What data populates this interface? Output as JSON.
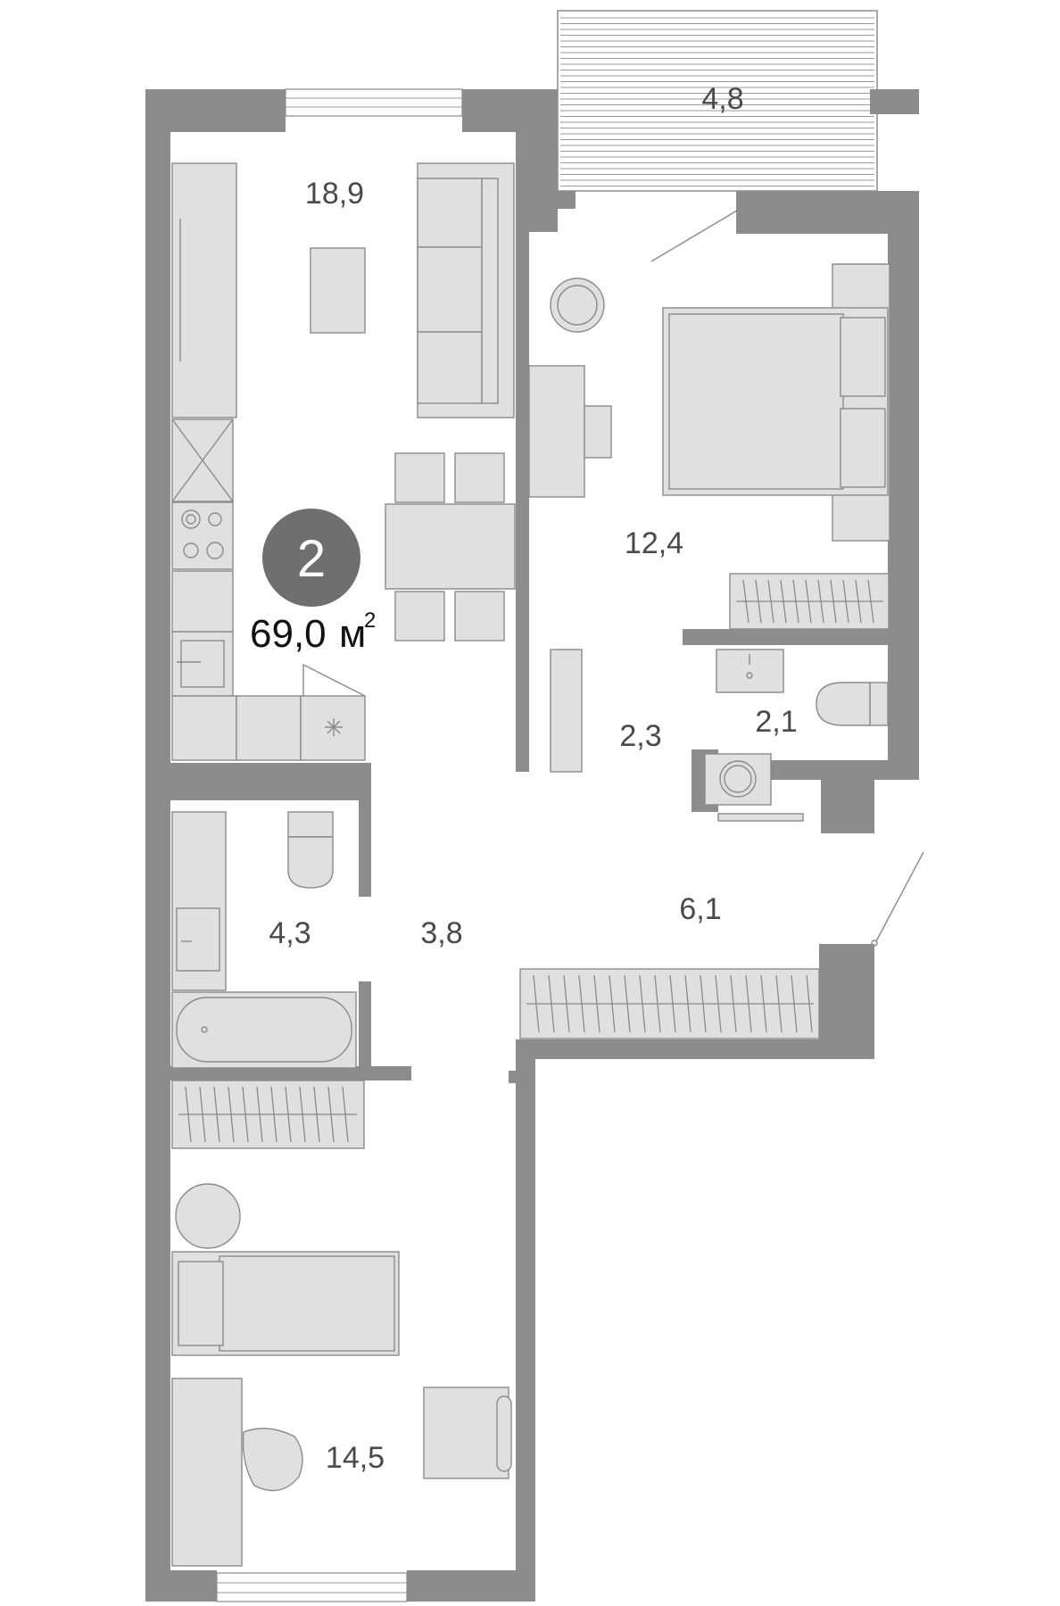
{
  "apartment": {
    "rooms_count": "2",
    "total_area_value": "69,0",
    "total_area_unit": "м",
    "total_area_exp": "2",
    "badge_color": "#6f6f6f",
    "wall_color": "#8c8c8c",
    "furniture_color": "#e0e0e0"
  },
  "rooms": {
    "balcony": "4,8",
    "living_kitchen": "18,9",
    "bedroom": "12,4",
    "closet": "2,3",
    "wc": "2,1",
    "bathroom": "4,3",
    "corridor": "3,8",
    "hall": "6,1",
    "bedroom_2": "14,5"
  },
  "icons": [
    "sofa-icon",
    "dining-table-icon",
    "stove-icon",
    "kitchen-sink-icon",
    "bed-icon",
    "toilet-icon",
    "bathtub-icon",
    "washing-machine-icon",
    "wardrobe-icon",
    "desk-chair-icon",
    "armchair-icon",
    "round-table-icon",
    "door-icon",
    "window-icon"
  ]
}
